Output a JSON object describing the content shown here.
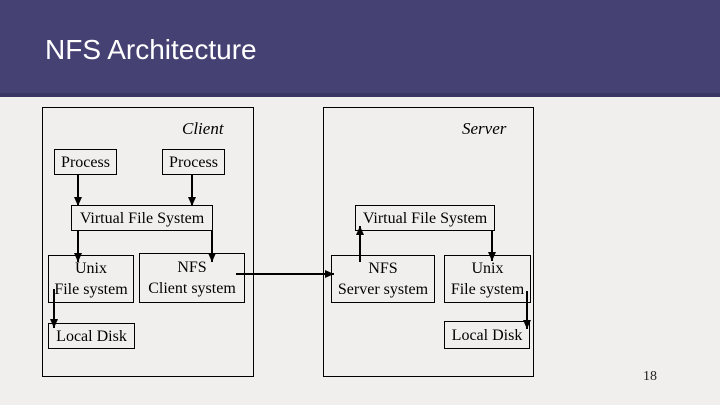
{
  "slide": {
    "title": "NFS Architecture",
    "page_number": "18"
  },
  "diagram": {
    "client": {
      "region_label": "Client",
      "process_left": "Process",
      "process_right": "Process",
      "vfs": "Virtual File System",
      "unix_fs": {
        "line1": "Unix",
        "line2": "File system"
      },
      "nfs": {
        "line1": "NFS",
        "line2": "Client system"
      },
      "local_disk": "Local Disk"
    },
    "server": {
      "region_label": "Server",
      "vfs": "Virtual File System",
      "nfs": {
        "line1": "NFS",
        "line2": "Server system"
      },
      "unix_fs": {
        "line1": "Unix",
        "line2": "File system"
      },
      "local_disk": "Local Disk"
    }
  },
  "colors": {
    "banner": "#454173",
    "banner_bottom_edge": "#393663",
    "slide_background": "#f0efed",
    "title_text": "#ffffff",
    "diagram_lines": "#000000"
  }
}
